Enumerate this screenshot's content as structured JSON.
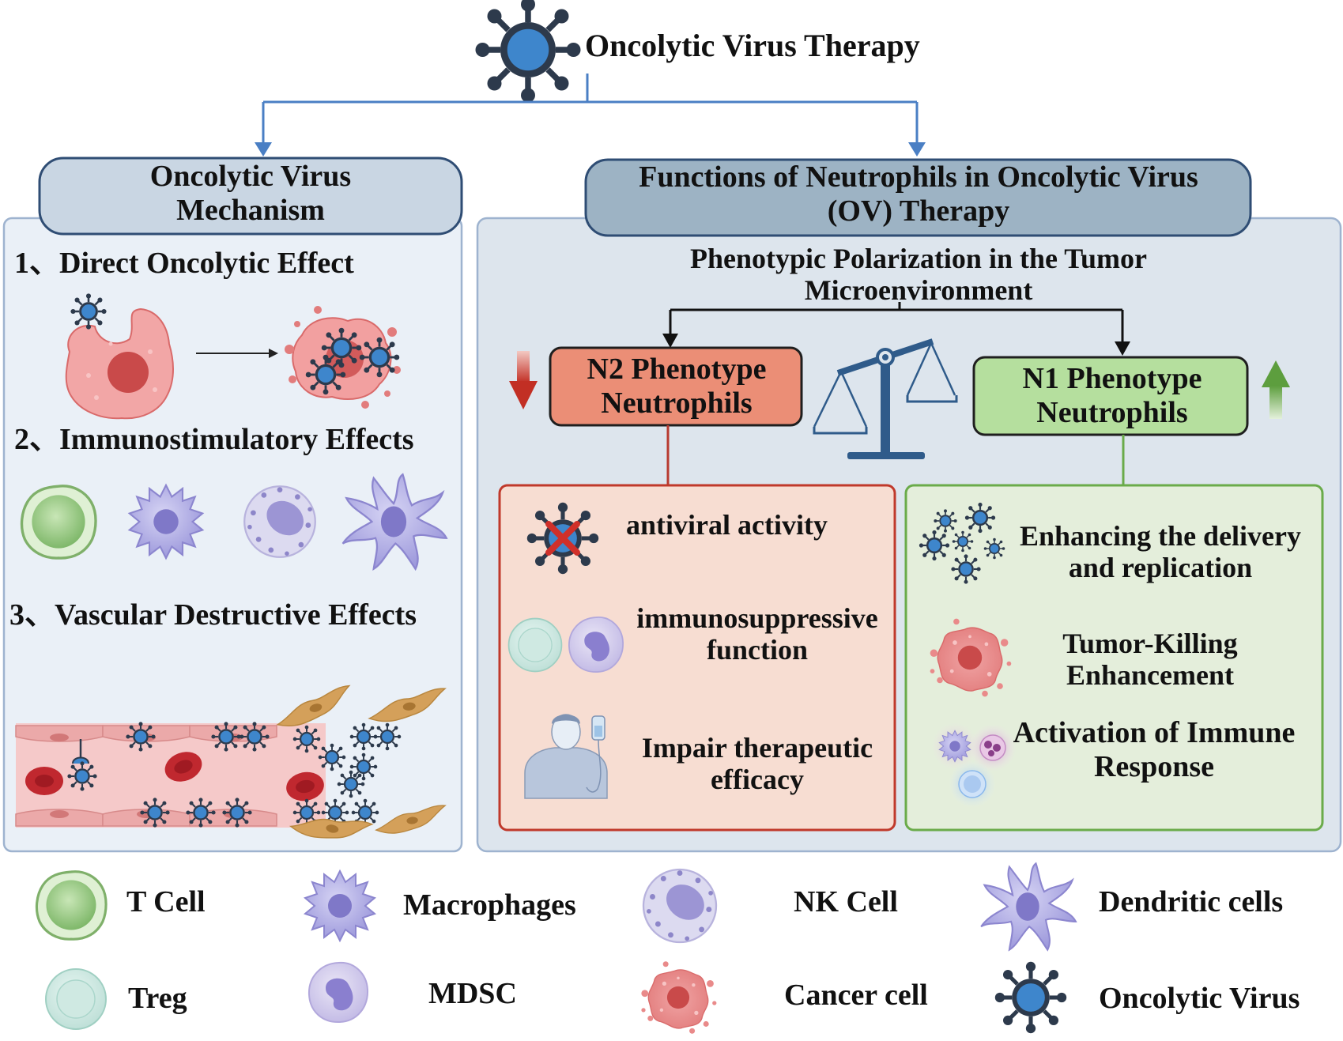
{
  "title": "Oncolytic Virus Therapy",
  "left_panel": {
    "header": "Oncolytic Virus Mechanism",
    "items": [
      "1、Direct Oncolytic Effect",
      "2、Immunostimulatory Effects",
      "3、Vascular Destructive Effects"
    ]
  },
  "right_panel": {
    "header": "Functions of Neutrophils in Oncolytic Virus (OV) Therapy",
    "subheader": "Phenotypic Polarization in the Tumor Microenvironment",
    "n2": {
      "label": "N2 Phenotype Neutrophils",
      "trend": "down",
      "items": [
        "antiviral activity",
        "immunosuppressive function",
        "Impair therapeutic efficacy"
      ]
    },
    "n1": {
      "label": "N1 Phenotype Neutrophils",
      "trend": "up",
      "items": [
        "Enhancing the delivery and replication",
        "Tumor-Killing Enhancement",
        "Activation of Immune Response"
      ]
    }
  },
  "legend": [
    {
      "label": "T Cell",
      "icon": "t-cell-icon"
    },
    {
      "label": "Macrophages",
      "icon": "macrophage-icon"
    },
    {
      "label": "NK Cell",
      "icon": "nk-cell-icon"
    },
    {
      "label": "Dendritic cells",
      "icon": "dendritic-cell-icon"
    },
    {
      "label": "Treg",
      "icon": "treg-icon"
    },
    {
      "label": "MDSC",
      "icon": "mdsc-icon"
    },
    {
      "label": "Cancer cell",
      "icon": "cancer-cell-icon"
    },
    {
      "label": "Oncolytic Virus",
      "icon": "oncolytic-virus-icon"
    }
  ],
  "colors": {
    "panel_header_left": "#c9d6e3",
    "panel_header_right": "#9db3c4",
    "left_panel_bg": "#eaf0f7",
    "right_panel_bg": "#dde5ed",
    "n2_box": "#eb8e76",
    "n1_box": "#b5df9e",
    "n2_area": "#f7ddd2",
    "n1_area": "#e4eedb",
    "arrow_blue": "#4a7fc4",
    "virus_blue": "#3e86cc",
    "down_arrow": "#c73a2e",
    "up_arrow": "#6aab4a"
  }
}
